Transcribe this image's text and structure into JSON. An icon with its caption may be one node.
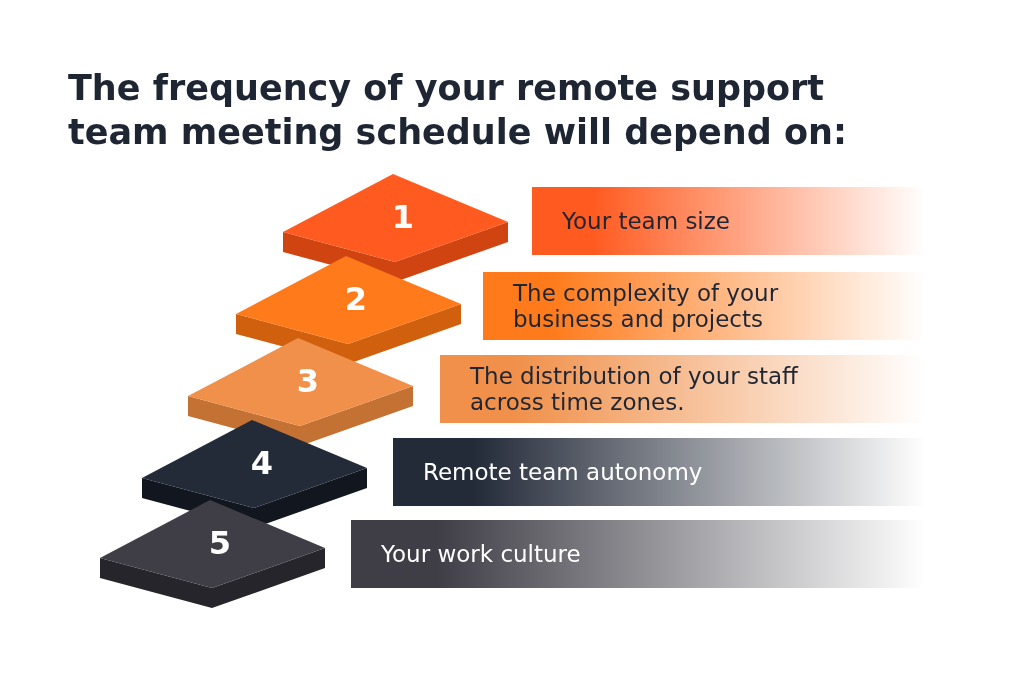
{
  "diagram": {
    "title": "The frequency of your remote support team meeting schedule will depend on:",
    "nodes": [
      {
        "text": [
          "1"
        ]
      },
      {
        "text": [
          "Your team size"
        ]
      },
      {
        "text": [
          "2"
        ]
      },
      {
        "text": [
          "The complexity of your business and projects"
        ]
      },
      {
        "text": [
          "3"
        ]
      },
      {
        "text": [
          "The distribution of your staff across time zones."
        ]
      },
      {
        "text": [
          "4"
        ]
      },
      {
        "text": [
          "Remote team autonomy"
        ]
      },
      {
        "text": [
          "5"
        ]
      },
      {
        "text": [
          "Your work culture"
        ]
      }
    ]
  }
}
